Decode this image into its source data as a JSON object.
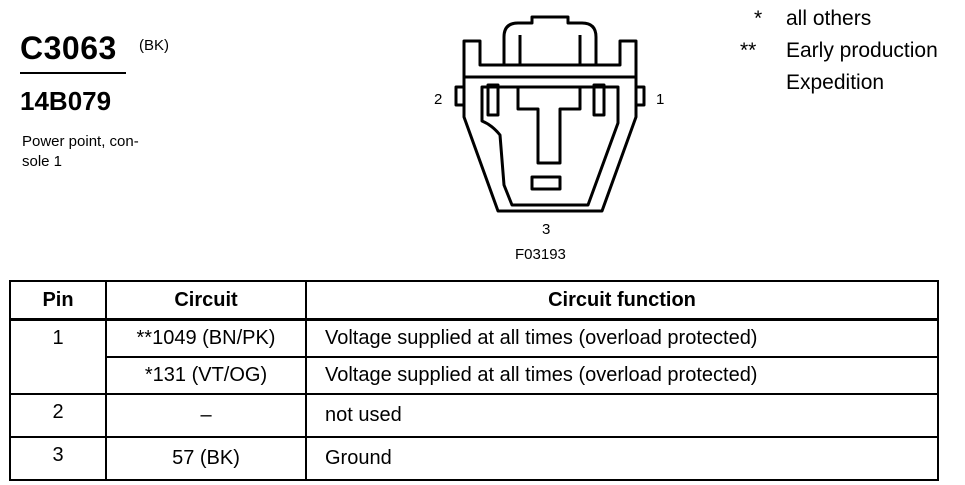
{
  "connector": {
    "id": "C3063",
    "color": "(BK)",
    "part_number": "14B079",
    "description_line1": "Power point, con-",
    "description_line2": "sole 1"
  },
  "diagram": {
    "pin_label_1": "1",
    "pin_label_2": "2",
    "pin_label_3": "3",
    "figure_code": "F03193"
  },
  "notes": [
    {
      "symbol": "*",
      "text": "all others"
    },
    {
      "symbol": "**",
      "text": "Early production"
    },
    {
      "symbol": "",
      "text": "Expedition"
    }
  ],
  "table": {
    "headers": [
      "Pin",
      "Circuit",
      "Circuit function"
    ],
    "rows": [
      {
        "pin": "1",
        "circuit": "**1049 (BN/PK)",
        "function": "Voltage supplied at all times (overload protected)"
      },
      {
        "pin": "",
        "circuit": "*131 (VT/OG)",
        "function": "Voltage supplied at all times (overload protected)"
      },
      {
        "pin": "2",
        "circuit": "–",
        "function": "not used"
      },
      {
        "pin": "3",
        "circuit": "57 (BK)",
        "function": "Ground"
      }
    ]
  }
}
